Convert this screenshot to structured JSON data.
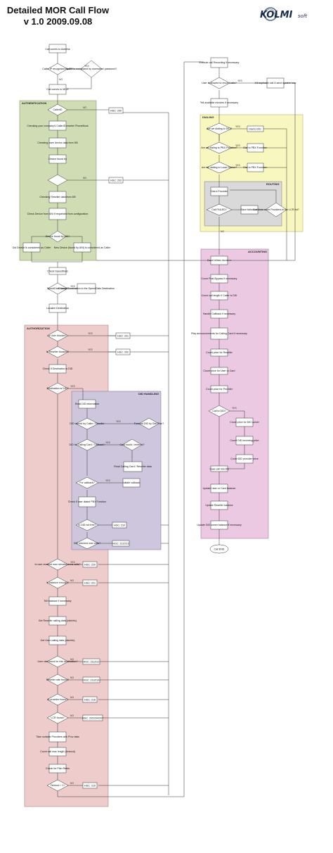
{
  "header": {
    "title_line1": "Detailed MOR Call Flow",
    "title_line2": "v 1.0 2009.09.08",
    "logo_text": "KOLMI",
    "logo_sub": "soft"
  },
  "sections": {
    "authentication": "AUTHENTICATION",
    "dialing": "DIALING",
    "routing": "ROUTING",
    "accounting": "ACCOUNTING",
    "authorization": "AUTHORIZATION",
    "did_handling": "DID HANDLING"
  },
  "nodes": {
    "call_comes": "Call comes to Asterisk",
    "caller_ip_recognized": "Caller IP recognized by IP?",
    "caller_user_recognized": "Caller is recognized by username/ password?",
    "call_comes_mor": "Call comes to MOR",
    "hgc_mor_rejects": "HGC: 200",
    "is_callerid_ok": "CallerID",
    "callerid_normalized": "Checking your company's CallerID rewrite/ PhoneBook",
    "check_user_device": "Checking user/ device data from DB",
    "dest_found": "Device found by",
    "hgc_c": "HGC: 203",
    "checking_reseller": "Checking Reseller data from DB",
    "check_device_from_cid": "Check Device from ANI if requested from configuration",
    "device_found_ani": "Device found by ANI?",
    "old_device_caller": "Old Device is considered as Caller",
    "new_device_caller": "New Device (found by ANI) is considered as Caller",
    "check_speeddials": "Check SpeedDials",
    "speeddials_found": "SpeedDials found?",
    "change_dest_speeddials": "Change Destination to the SpeedDials Destination",
    "localize_dest": "Localize Destination",
    "is_user_blocked": "Is User blocked?",
    "hgc_201": "HGC: 201",
    "is_reseller_blocked": "Is Reseller blocked?",
    "hgc_202": "HGC: 202",
    "check_if_dest_did": "Check if Destination is DID",
    "dest_is_did": "Destination is DID?",
    "read_did_info": "Read DID information",
    "did_owned_by_caller": "DID owned by Caller / Reseller",
    "forward_by_dp": "Forward DID by Dial Plan?",
    "did_for_calling_card": "DID for Calling Card / Callback?",
    "card_found": "Card found / entered?",
    "read_calling_card": "Read Calling Card / Reseller data",
    "for_callback": "For callback?",
    "initiate_callback": "Initiate callback",
    "check_user_pbx": "Check if user dialed PBX Function",
    "is_did_not_free": "Is DID not free?",
    "hgc_210": "HGC: 210",
    "did_reached_max": "DID reached max calls?",
    "hgc_212": "HGC: 212/213",
    "user_simultaneous": "Is user reached max simultaneous calls?",
    "hgc_220": "HGC: 220",
    "is_balance_enough": "Is balance enough?",
    "hgc_221": "HGC: 221",
    "tell_balance": "Tell balance if necessary",
    "get_reseller_data": "Get Reseller calling data (rate/etc)",
    "get_user_data": "Get User calling data (rate/etc)",
    "user_rate_found": "User rate found for this destination?",
    "hgc_211": "HGC: 211/212",
    "reseller_rate_found": "Reseller rate found?",
    "hgc_213": "HGC: 213/214",
    "provider_found": "Is provider found?",
    "hgc_216": "HGC: 216",
    "lcr_found": "LCR found?",
    "hgc_202b": "HGC: 202/204/207",
    "take_suitable": "Take suitable Providers with Prov data",
    "count_call_max": "Count call max length (timeout)",
    "check_plan_rates": "Check for Plan Rates",
    "timeout_gt": "Timeout > 1?",
    "hgc_210b": "HGC: 210",
    "execute_recording": "Execute call Recording if necessary",
    "user_has_lcr": "User is allowed to record calls?",
    "kill_dup": "Kill duplicate call & send system now",
    "tell_available": "Tell available minutes if necessary",
    "are_dialing_did": "Are we dialing to DID?",
    "dial_to_did": "Dial to DID",
    "are_dialing_pbx": "Are we dialing to PBX Function?",
    "dial_to_pbx": "Dial to PBX Function",
    "are_dialing_local": "Are we dialing to Local Device?",
    "dial_to_pbx2": "Dial to PBX Function",
    "dial_provider": "Dial a Provider",
    "call_failed": "Call FAILED?",
    "more_providers": "Are there more Providers in the LCR list?",
    "save_failed": "Save failed call",
    "count_billsec": "Count billsec duration",
    "count_post_bypass": "Count Post-Bypass if necessary",
    "count_call_length": "Count call length if Caller is DID",
    "handle_callback": "Handle Callback if necessary",
    "play_announcements": "Play announcements for Calling Card if necessary",
    "count_price_reseller": "Count price for Reseller",
    "count_price_user": "Count price for User or Card",
    "count_price_provider": "Count price for Provider",
    "call_to_did": "Call to DID?",
    "count_price_did_owner": "Count price for DID owner",
    "count_did_incoming": "Count DID incoming price",
    "count_did_provider": "Count DID provider price",
    "save_call_db": "Save call into DB",
    "update_user_balance": "Update User or Card balance",
    "update_reseller_balance": "Update Reseller balance",
    "update_did_owner": "Update DID owner balance if necessary",
    "call_end": "Call END"
  },
  "yes": "YES",
  "no": "NO"
}
